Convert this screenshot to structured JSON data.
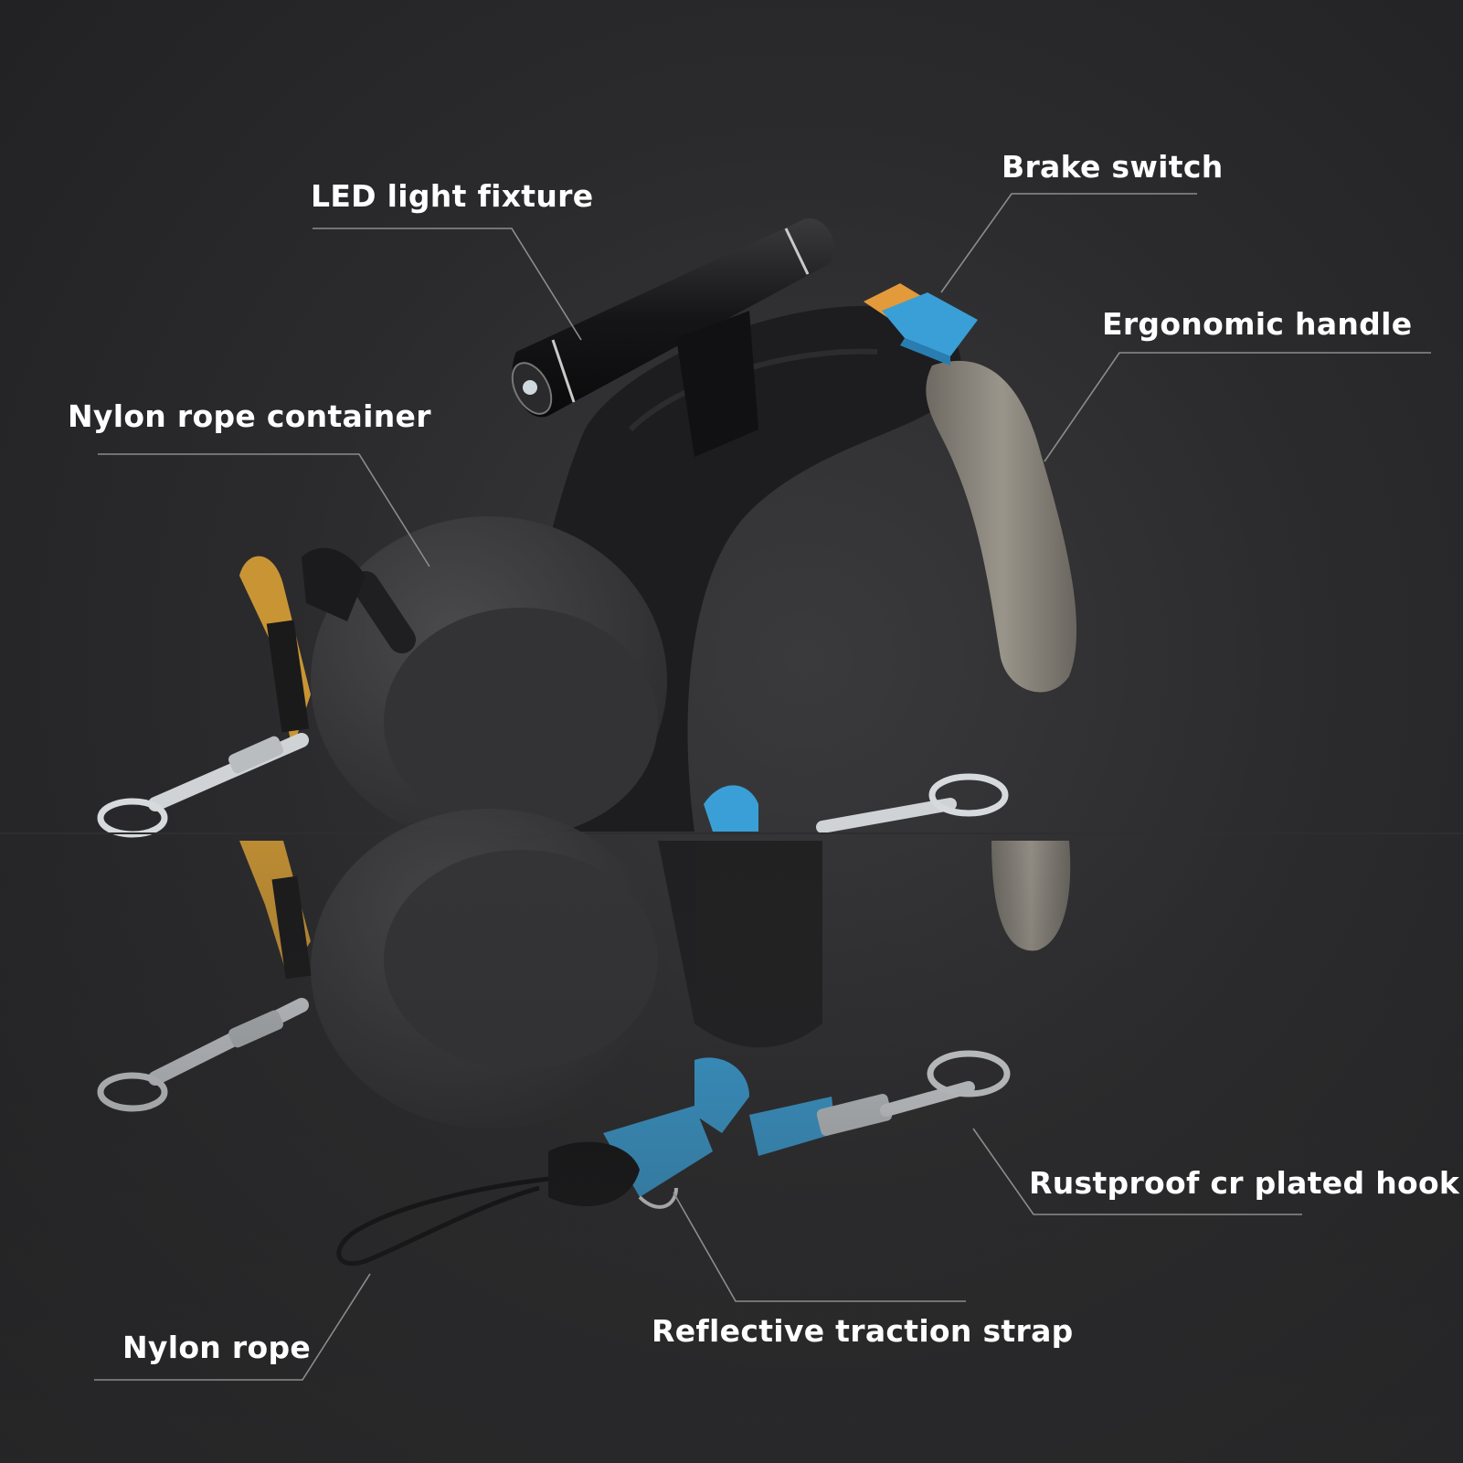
{
  "labels": {
    "led": "LED light fixture",
    "brake": "Brake switch",
    "handle": "Ergonomic handle",
    "container": "Nylon rope container",
    "hook": "Rustproof cr plated hook",
    "strap": "Reflective traction strap",
    "rope": "Nylon rope"
  },
  "colors": {
    "background": "#2a2a2b",
    "body": "#1e1e20",
    "drum": "#38383a",
    "handle_grip": "#8a857c",
    "accent_blue": "#3a9fd6",
    "accent_orange": "#e39a3a",
    "strap_tan": "#c99534",
    "leader_line": "#8c8c8c"
  }
}
